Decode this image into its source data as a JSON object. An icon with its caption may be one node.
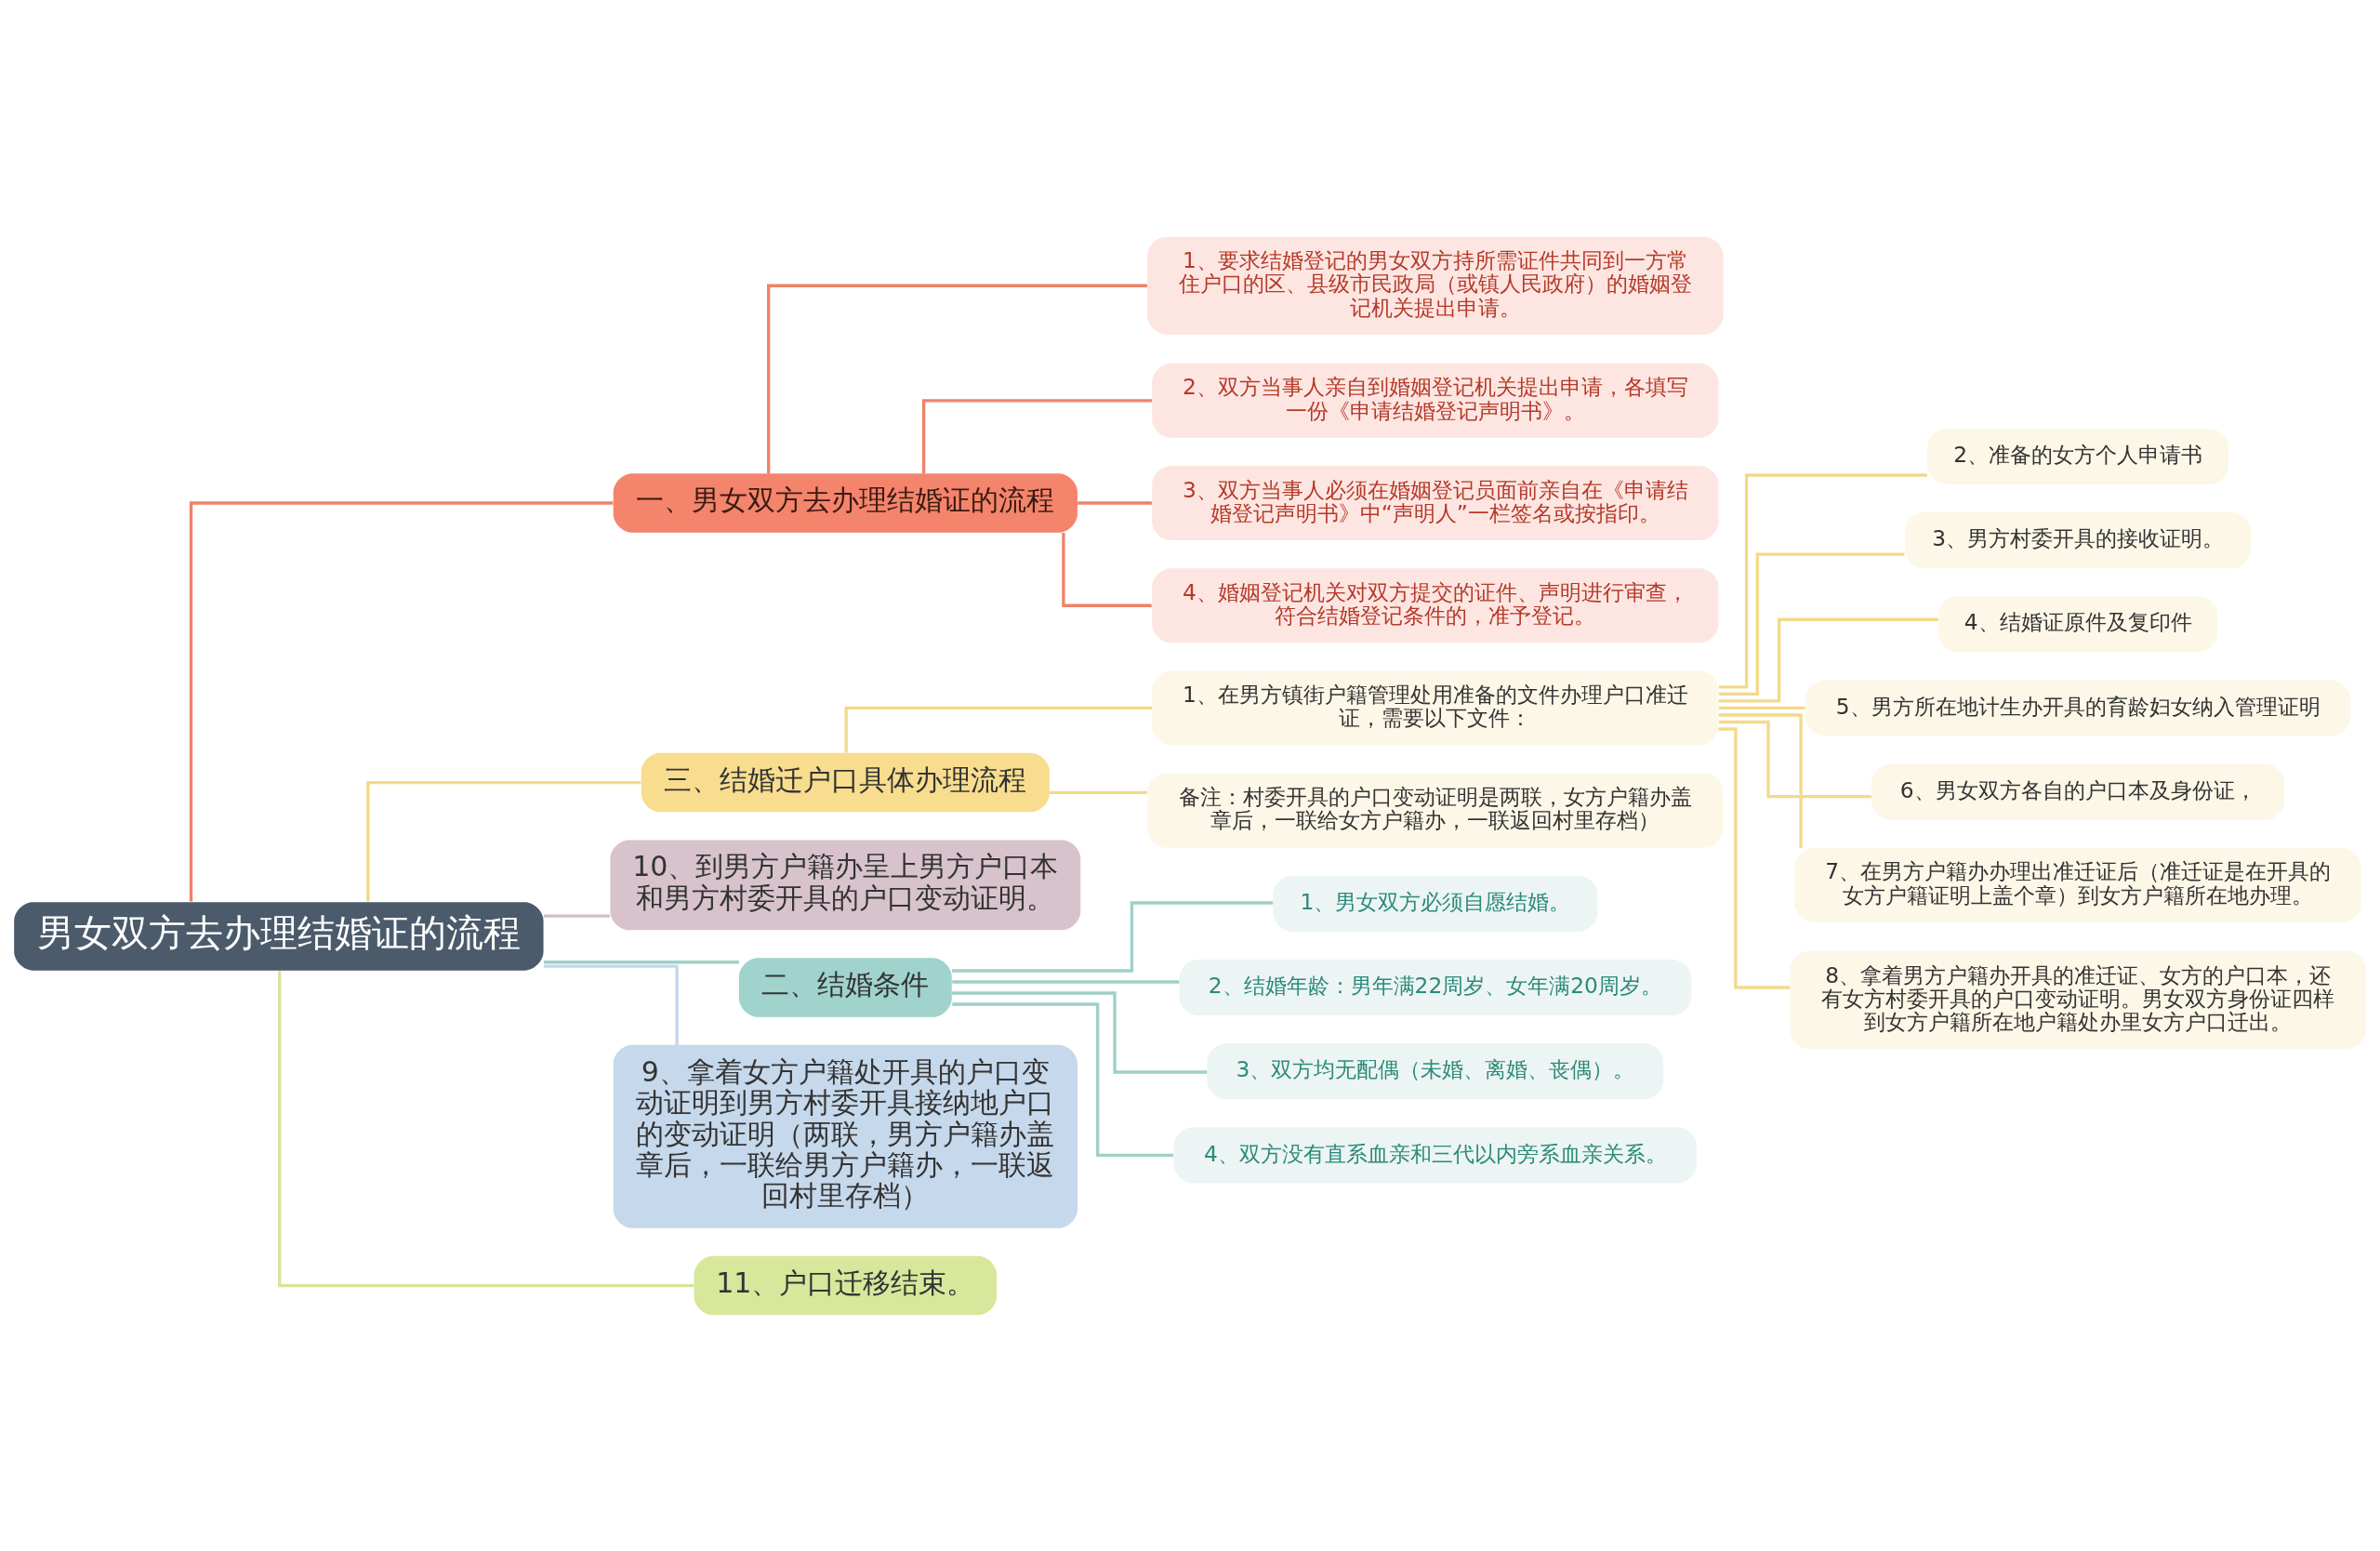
{
  "diagram": {
    "nodes": [
      {
        "text": [
          "男女双方去办理结婚证的流程"
        ]
      },
      {
        "text": [
          "一、男女双方去办理结婚证的流程"
        ]
      },
      {
        "text": [
          "1、要求结婚登记的男女双方持所需证件共同到一方常住户口的区、县级市民政局（或镇人民政府）的婚姻登记机关提出申请。"
        ]
      },
      {
        "text": [
          "2、双方当事人亲自到婚姻登记机关提出申请，各填写一份《申请结婚登记声明书》。"
        ]
      },
      {
        "text": [
          "3、双方当事人必须在婚姻登记员面前亲自在《申请结婚登记声明书》中“声明人”一栏签名或按指印。"
        ]
      },
      {
        "text": [
          "4、婚姻登记机关对双方提交的证件、声明进行审查，符合结婚登记条件的，准予登记。"
        ]
      },
      {
        "text": [
          "三、结婚迁户口具体办理流程"
        ]
      },
      {
        "text": [
          "1、在男方镇街户籍管理处用准备的文件办理户口准迁证，需要以下文件："
        ]
      },
      {
        "text": [
          "2、准备的女方个人申请书"
        ]
      },
      {
        "text": [
          "3、男方村委开具的接收证明。"
        ]
      },
      {
        "text": [
          "4、结婚证原件及复印件"
        ]
      },
      {
        "text": [
          "5、男方所在地计生办开具的育龄妇女纳入管理证明"
        ]
      },
      {
        "text": [
          "6、男女双方各自的户口本及身份证，"
        ]
      },
      {
        "text": [
          "7、在男方户籍办办理出准迁证后（准迁证是在开具的女方户籍证明上盖个章）到女方户籍所在地办理。"
        ]
      },
      {
        "text": [
          "8、拿着男方户籍办开具的准迁证、女方的户口本，还有女方村委开具的户口变动证明。男女双方身份证四样到女方户籍所在地户籍处办里女方户口迁出。"
        ]
      },
      {
        "text": [
          "备注：村委开具的户口变动证明是两联，女方户籍办盖章后，一联给女方户籍办，一联返回村里存档）"
        ]
      },
      {
        "text": [
          "10、到男方户籍办呈上男方户口本和男方村委开具的户口变动证明。"
        ]
      },
      {
        "text": [
          "二、结婚条件"
        ]
      },
      {
        "text": [
          "1、男女双方必须自愿结婚。"
        ]
      },
      {
        "text": [
          "2、结婚年龄：男年满22周岁、女年满20周岁。"
        ]
      },
      {
        "text": [
          "3、双方均无配偶（未婚、离婚、丧偶）。"
        ]
      },
      {
        "text": [
          "4、双方没有直系血亲和三代以内旁系血亲关系。"
        ]
      },
      {
        "text": [
          "9、拿着女方户籍处开具的户口变动证明到男方村委开具接纳地户口的变动证明（两联，男方户籍办盖章后，一联给男方户籍办，一联返回村里存档）"
        ]
      },
      {
        "text": [
          "11、户口迁移结束。"
        ]
      }
    ],
    "edges": [
      {
        "from": 0,
        "to": 1,
        "arrow": "none",
        "color": "#f0826a"
      },
      {
        "from": 1,
        "to": 2,
        "arrow": "none",
        "color": "#f0826a"
      },
      {
        "from": 1,
        "to": 3,
        "arrow": "none",
        "color": "#f0826a"
      },
      {
        "from": 1,
        "to": 4,
        "arrow": "none",
        "color": "#f0826a"
      },
      {
        "from": 1,
        "to": 5,
        "arrow": "none",
        "color": "#f0826a"
      },
      {
        "from": 0,
        "to": 6,
        "arrow": "none"
      },
      {
        "from": 6,
        "to": 7,
        "arrow": "none"
      },
      {
        "from": 7,
        "to": 8,
        "arrow": "none"
      },
      {
        "from": 7,
        "to": 9,
        "arrow": "none"
      },
      {
        "from": 7,
        "to": 10,
        "arrow": "none"
      },
      {
        "from": 7,
        "to": 11,
        "arrow": "none"
      },
      {
        "from": 7,
        "to": 12,
        "arrow": "none"
      },
      {
        "from": 7,
        "to": 13,
        "arrow": "none"
      },
      {
        "from": 7,
        "to": 14,
        "arrow": "none"
      },
      {
        "from": 6,
        "to": 15,
        "arrow": "none"
      },
      {
        "from": 0,
        "to": 16,
        "arrow": "none",
        "color": "#d2bcc6"
      },
      {
        "from": 0,
        "to": 17,
        "arrow": "none",
        "color": "#9fd0c8"
      },
      {
        "from": 17,
        "to": 18,
        "arrow": "none",
        "color": "#9fd0c8"
      },
      {
        "from": 17,
        "to": 19,
        "arrow": "none",
        "color": "#9fd0c8"
      },
      {
        "from": 17,
        "to": 20,
        "arrow": "none",
        "color": "#9fd0c8"
      },
      {
        "from": 17,
        "to": 21,
        "arrow": "none",
        "color": "#9fd0c8"
      },
      {
        "from": 0,
        "to": 22,
        "arrow": "none",
        "color": "#c3d6ea"
      },
      {
        "from": 0,
        "to": 23,
        "arrow": "none",
        "color": "#d5e59a"
      }
    ]
  }
}
